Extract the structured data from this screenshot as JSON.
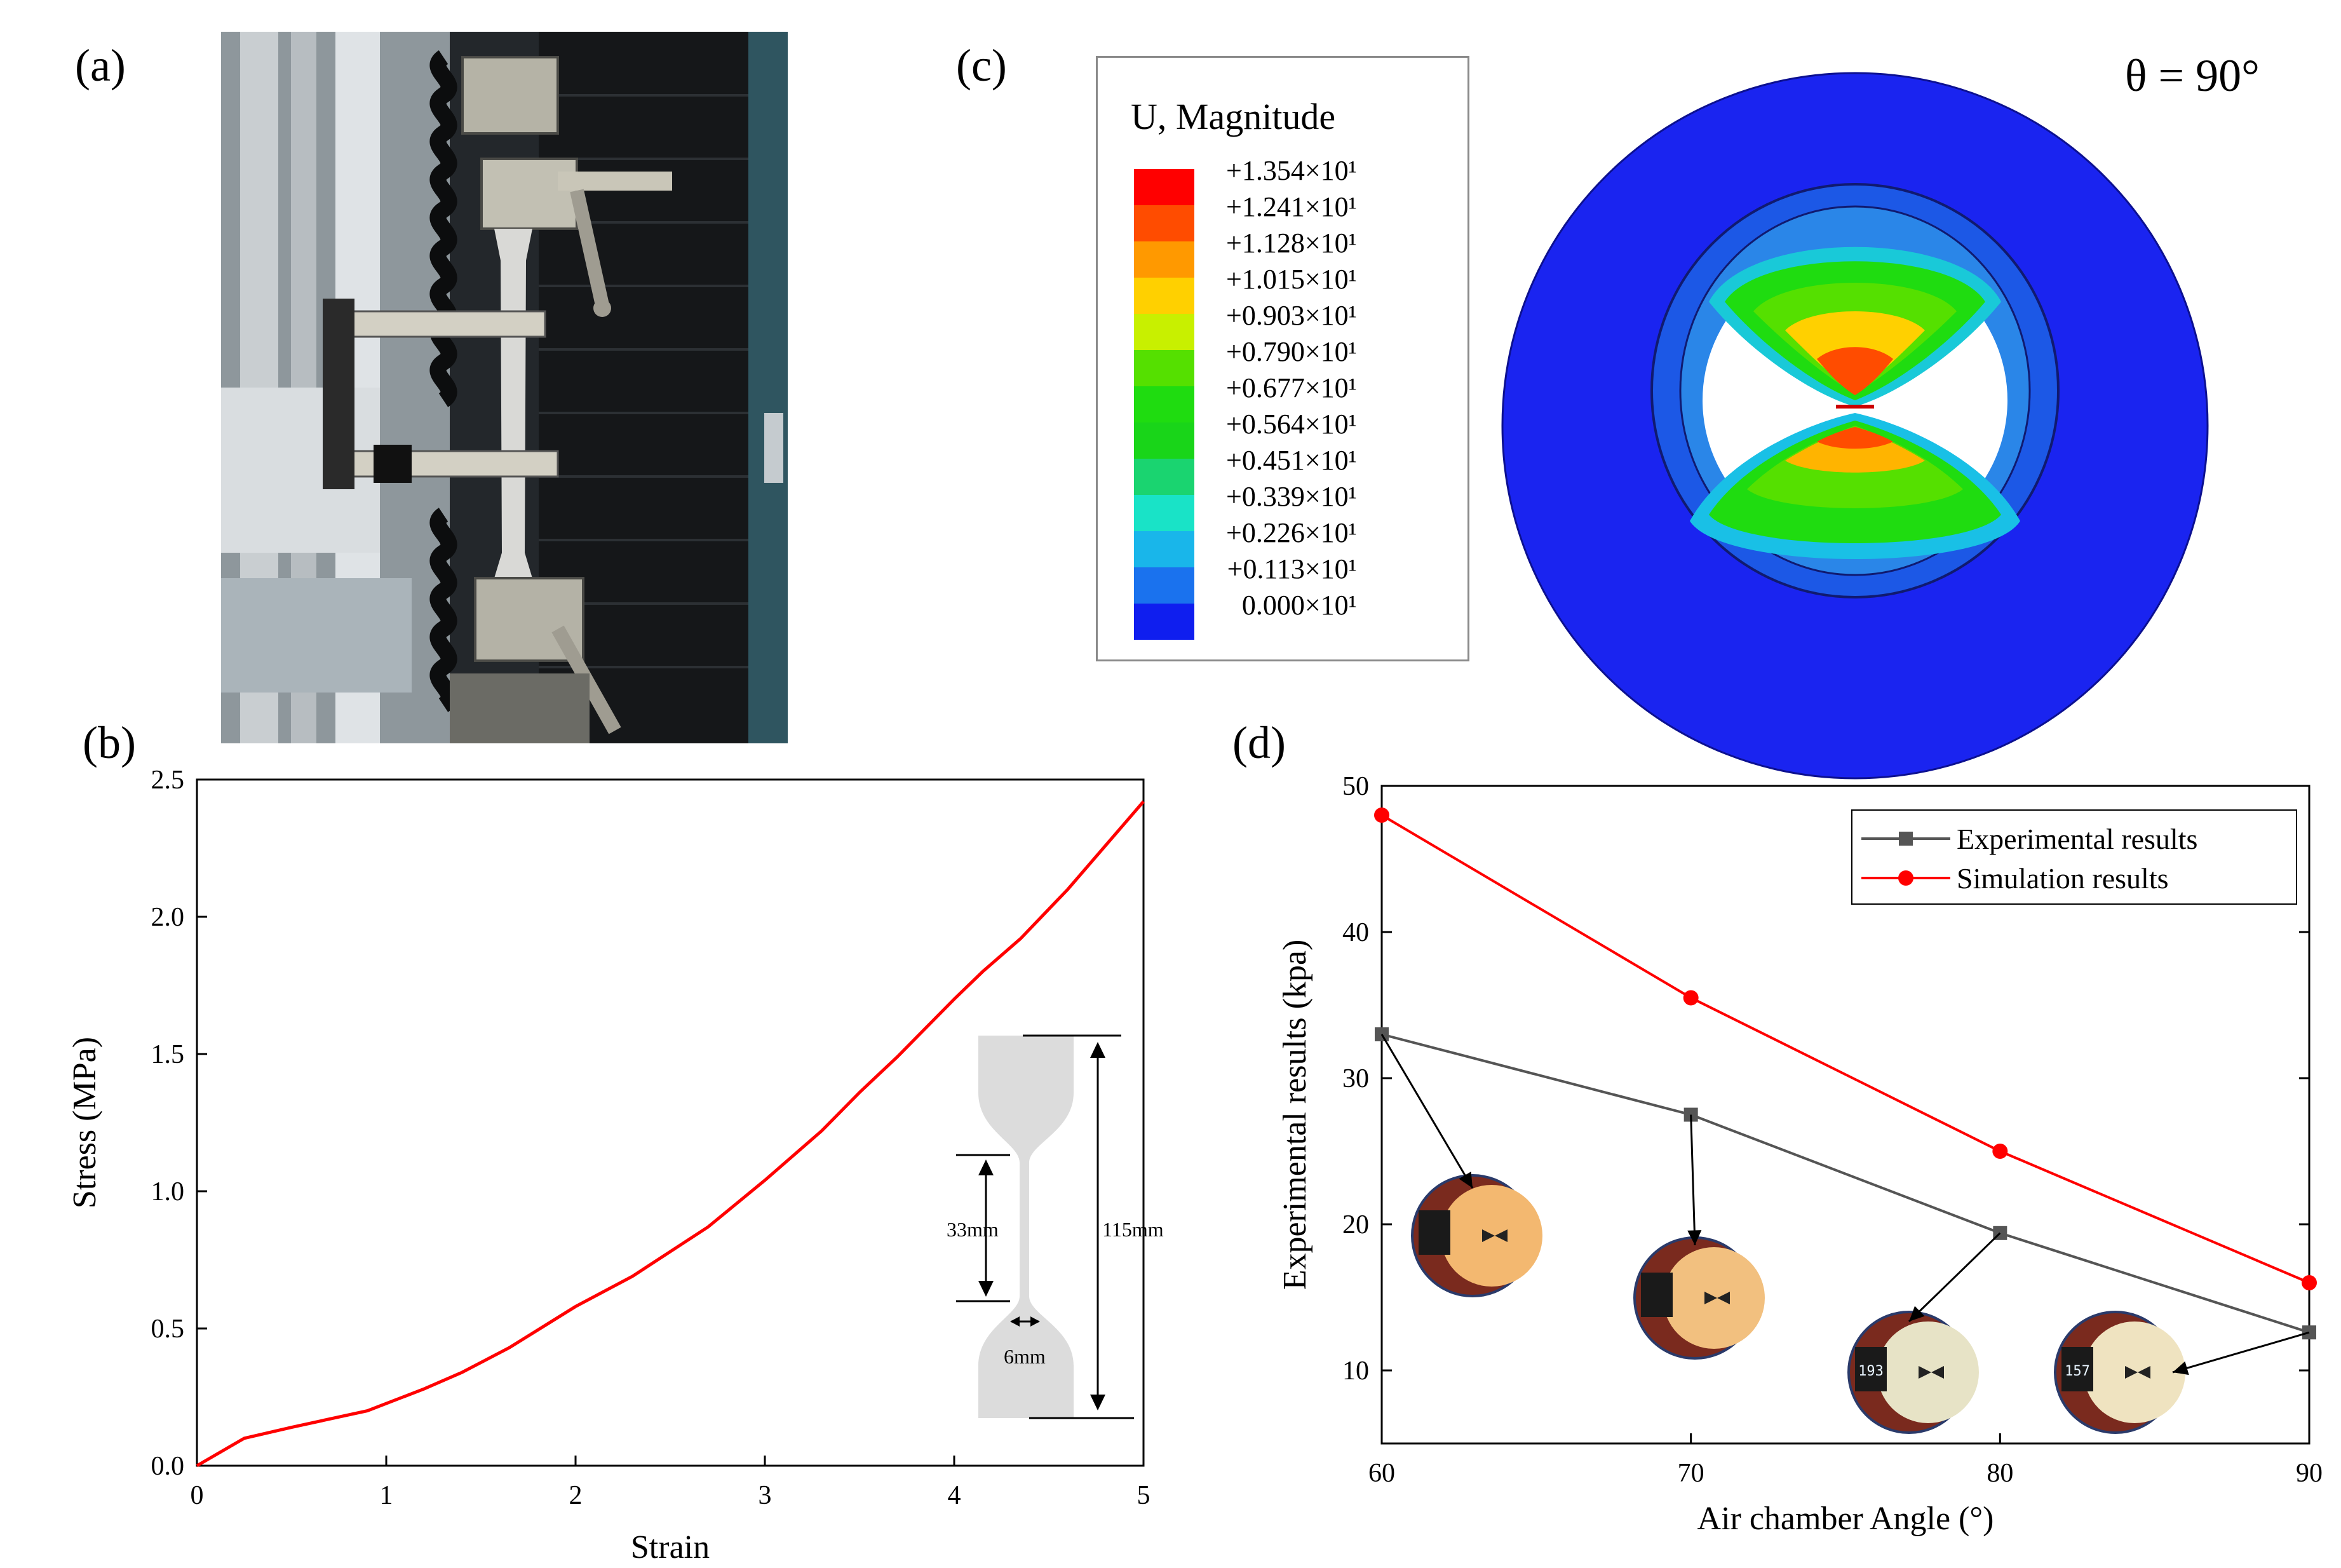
{
  "panels": {
    "a": "(a)",
    "b": "(b)",
    "c": "(c)",
    "d": "(d)"
  },
  "panel_c": {
    "legend_title": "U, Magnitude",
    "legend_values": [
      "+1.354×10¹",
      "+1.241×10¹",
      "+1.128×10¹",
      "+1.015×10¹",
      "+0.903×10¹",
      "+0.790×10¹",
      "+0.677×10¹",
      "+0.564×10¹",
      "+0.451×10¹",
      "+0.339×10¹",
      "+0.226×10¹",
      "+0.113×10¹",
      "0.000×10¹"
    ],
    "legend_colors": [
      "#ff0000",
      "#ff4c00",
      "#ff9900",
      "#ffd000",
      "#c8f000",
      "#55e000",
      "#1fdc10",
      "#19d519",
      "#1ad470",
      "#19e3c7",
      "#19b6ea",
      "#1a72ee",
      "#0f1eef"
    ],
    "theta_label": "θ = 90°",
    "model_colors": {
      "outer": "#1a24f0",
      "chamber_ring": "#1c6ae8"
    }
  },
  "chart_data": [
    {
      "panel": "b",
      "type": "line",
      "xlabel": "Strain",
      "ylabel": "Stress (MPa)",
      "xlim": [
        0,
        5
      ],
      "ylim": [
        0,
        2.5
      ],
      "xticks": [
        "0",
        "1",
        "2",
        "3",
        "4",
        "5"
      ],
      "yticks": [
        "0.0",
        "0.5",
        "1.0",
        "1.5",
        "2.0",
        "2.5"
      ],
      "series": [
        {
          "color": "#ff0000",
          "x": [
            0,
            0.25,
            0.5,
            0.9,
            1.2,
            1.4,
            1.65,
            2.0,
            2.3,
            2.7,
            3.0,
            3.3,
            3.5,
            3.7,
            4.0,
            4.15,
            4.35,
            4.6,
            5.0
          ],
          "y": [
            0,
            0.1,
            0.14,
            0.2,
            0.28,
            0.34,
            0.43,
            0.58,
            0.69,
            0.87,
            1.04,
            1.22,
            1.36,
            1.49,
            1.7,
            1.8,
            1.92,
            2.1,
            2.42
          ]
        }
      ],
      "inset": {
        "labels": [
          "33mm",
          "115mm",
          "6mm"
        ],
        "fill": "#dcdcdc"
      }
    },
    {
      "panel": "d",
      "type": "line",
      "xlabel": "Air chamber Angle (°)",
      "ylabel": "Experimental results (kpa)",
      "xlim": [
        60,
        90
      ],
      "ylim": [
        5,
        50
      ],
      "xticks": [
        "60",
        "70",
        "80",
        "90"
      ],
      "yticks": [
        "10",
        "20",
        "30",
        "40",
        "50"
      ],
      "x": [
        60,
        70,
        80,
        90
      ],
      "series": [
        {
          "name": "Experimental results",
          "color": "#555555",
          "marker": "square",
          "values": [
            33,
            27.5,
            19.4,
            12.6
          ]
        },
        {
          "name": "Simulation results",
          "color": "#ff0000",
          "marker": "circle",
          "values": [
            48,
            35.5,
            25,
            16
          ]
        }
      ],
      "legend_position": "top-right",
      "photo_insets": [
        {
          "digits": "",
          "tone": "#f3b870"
        },
        {
          "digits": "",
          "tone": "#f2c07f"
        },
        {
          "digits": "193",
          "tone": "#e7e3c6"
        },
        {
          "digits": "157",
          "tone": "#efe3c0"
        }
      ]
    }
  ]
}
